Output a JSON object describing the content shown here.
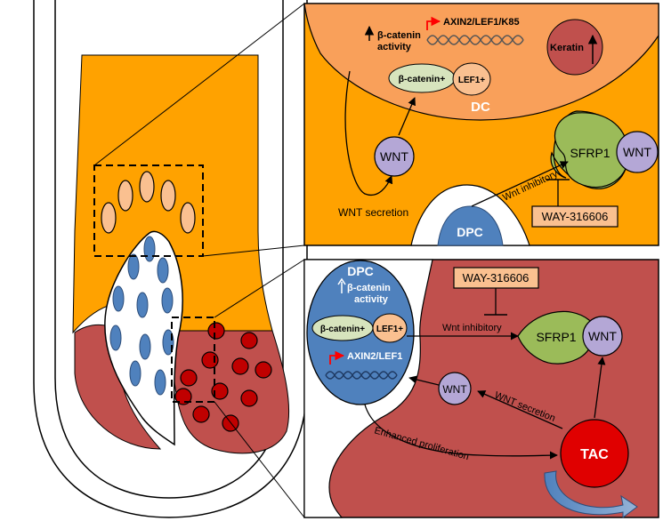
{
  "top_panel": {
    "beta_catenin_activity": "β-catenin activity",
    "gene_label": "AXIN2/LEF1/K85",
    "keratin": "Keratin",
    "beta_catenin_pos": "β-catenin+",
    "lef1_pos": "LEF1+",
    "dc": "DC",
    "wnt": "WNT",
    "wnt_secretion": "WNT secretion",
    "sfrp1": "SFRP1",
    "wnt_inhibitory": "Wnt inhibitory",
    "way": "WAY-316606",
    "dpc": "DPC"
  },
  "bottom_panel": {
    "dpc": "DPC",
    "beta_catenin_activity": "β-catenin activity",
    "beta_catenin_pos": "β-catenin+",
    "lef1_pos": "LEF1+",
    "gene_label": "AXIN2/LEF1",
    "way": "WAY-316606",
    "wnt_inhibitory": "Wnt inhibitory",
    "sfrp1": "SFRP1",
    "wnt": "WNT",
    "wnt_small": "WNT",
    "wnt_secretion": "WNT secretion",
    "enhanced_proliferation": "Enhanced proliferation",
    "tac": "TAC"
  },
  "colors": {
    "orange": "#FFA200",
    "red": "#C0504D",
    "dark_red": "#A01010",
    "blue": "#4F81BD",
    "green": "#9BBB59",
    "lavender": "#B4A7D6",
    "peach": "#FAC090",
    "light_green": "#D7E4BD"
  }
}
